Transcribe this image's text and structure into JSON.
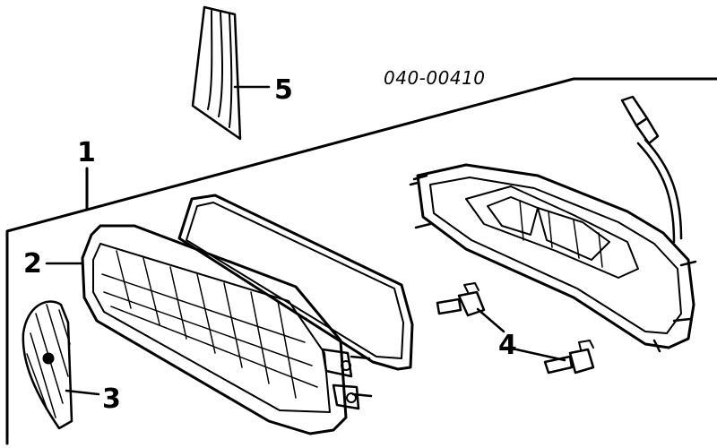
{
  "diagram": {
    "reference_code": "040-00410",
    "callouts": [
      {
        "id": "1",
        "label": "1"
      },
      {
        "id": "2",
        "label": "2"
      },
      {
        "id": "3",
        "label": "3"
      },
      {
        "id": "4",
        "label": "4"
      },
      {
        "id": "5",
        "label": "5"
      }
    ],
    "ink_color": "#000000",
    "background_color": "#ffffff"
  }
}
